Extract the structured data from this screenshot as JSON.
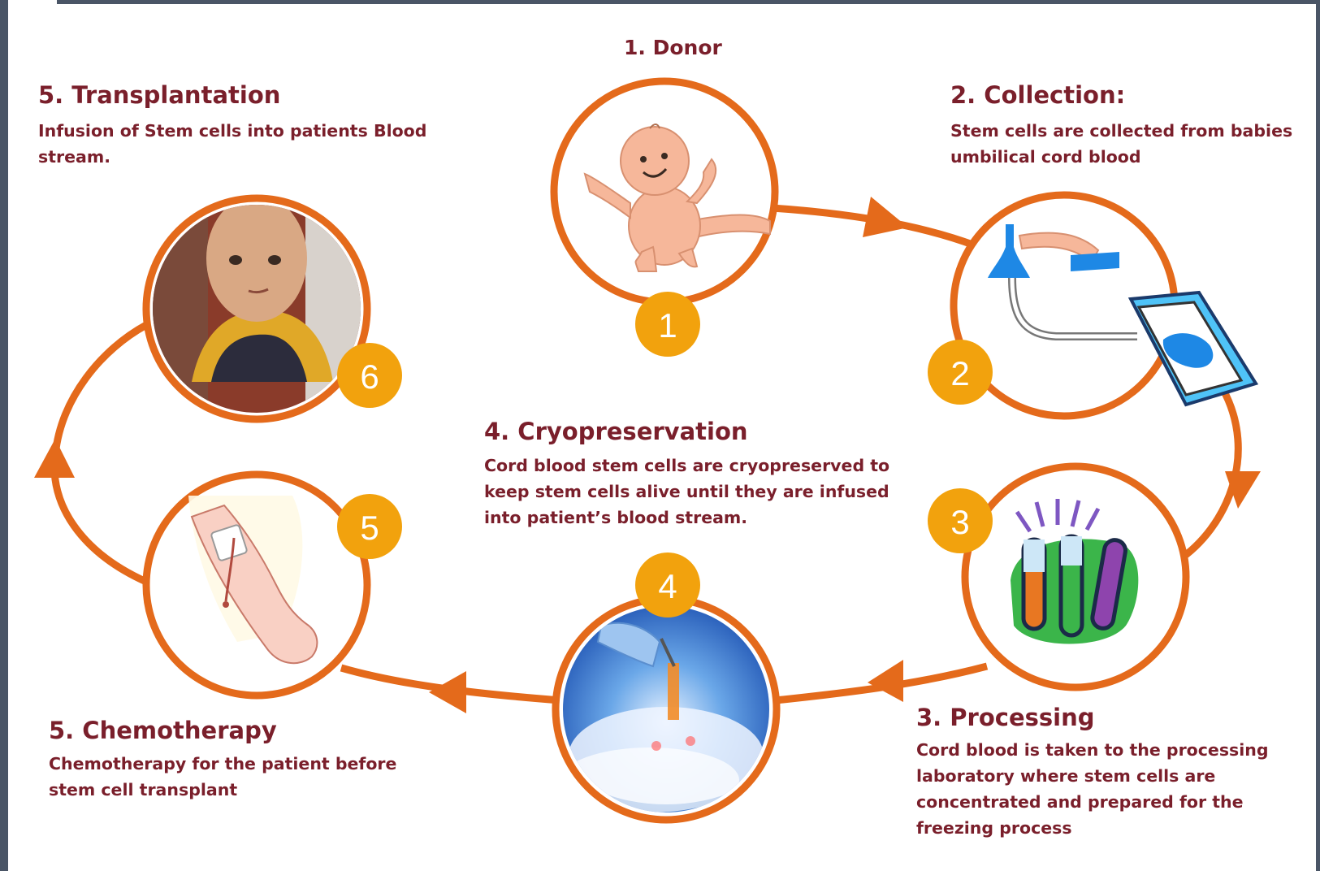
{
  "colors": {
    "ring": "#e46a1b",
    "badge": "#f2a20d",
    "text": "#7a1f2b"
  },
  "steps": {
    "donor": {
      "title": "1. Donor",
      "badge": "1",
      "icon": "baby-icon"
    },
    "collection": {
      "title": "2. Collection:",
      "description": [
        "Stem cells are collected from babies",
        "umbilical cord blood"
      ],
      "badge": "2",
      "icon": "collection-bag-icon"
    },
    "processing": {
      "title": "3. Processing",
      "description": [
        "Cord blood is taken to the processing",
        "laboratory where stem cells are",
        "concentrated and prepared for the",
        "freezing process"
      ],
      "badge": "3",
      "icon": "test-tubes-icon"
    },
    "cryopreservation": {
      "title": "4. Cryopreservation",
      "description": [
        "Cord blood stem cells are cryopreserved to",
        "keep stem cells alive until they are infused",
        "into patient’s blood stream."
      ],
      "badge": "4",
      "icon": "cryo-vial-icon"
    },
    "chemotherapy": {
      "title": "5. Chemotherapy",
      "description": [
        "Chemotherapy for the patient before",
        "stem cell transplant"
      ],
      "badge": "5",
      "icon": "iv-arm-icon"
    },
    "transplantation": {
      "title": "5. Transplantation",
      "description": [
        "Infusion of Stem cells into patients Blood",
        "stream."
      ],
      "badge": "6",
      "icon": "patient-child-icon"
    }
  }
}
